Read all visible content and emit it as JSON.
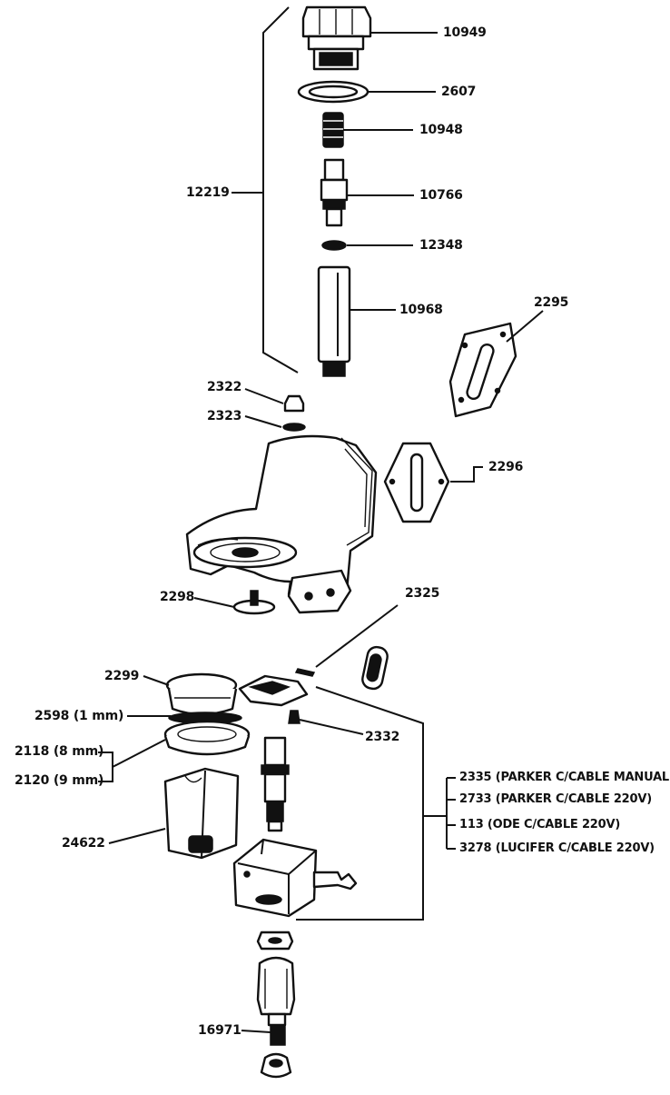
{
  "labels": {
    "p10949": "10949",
    "p2607": "2607",
    "p10948": "10948",
    "p12219": "12219",
    "p10766": "10766",
    "p12348": "12348",
    "p10968": "10968",
    "p2295": "2295",
    "p2322": "2322",
    "p2323": "2323",
    "p2296": "2296",
    "p2298": "2298",
    "p2325": "2325",
    "p2299": "2299",
    "p2598": "2598 (1 mm)",
    "p2332": "2332",
    "p2118": "2118 (8 mm)",
    "p2120": "2120 (9 mm)",
    "p2335": "2335 (PARKER C/CABLE MANUAL)",
    "p2733": "2733 (PARKER C/CABLE 220V)",
    "p113": "113 (ODE C/CABLE 220V)",
    "p3278": "3278 (LUCIFER C/CABLE 220V)",
    "p24622": "24622",
    "p16971": "16971"
  },
  "colors": {
    "ink": "#111111",
    "background": "#ffffff"
  }
}
